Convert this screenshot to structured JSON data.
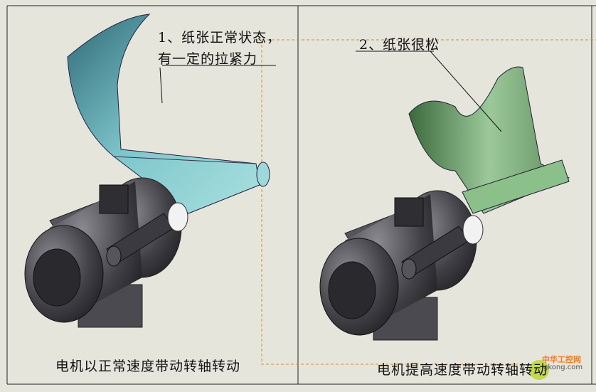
{
  "panels": [
    {
      "annotation_line1": "1、纸张正常状态，",
      "annotation_line2": "有一定的拉紧力",
      "caption": "电机以正常速度带动转轴转动"
    },
    {
      "annotation_line1": "2、纸张很松",
      "caption": "电机提高速度带动转轴转动"
    }
  ],
  "watermark": {
    "cn": "中华工控网",
    "en": "gkong.com"
  },
  "colors": {
    "background": "#e6e5dc",
    "paper_taut": "#8fcfd0",
    "paper_loose": "#7fae7c",
    "motor": "#3c3c40",
    "leader": "#d08a3a"
  }
}
